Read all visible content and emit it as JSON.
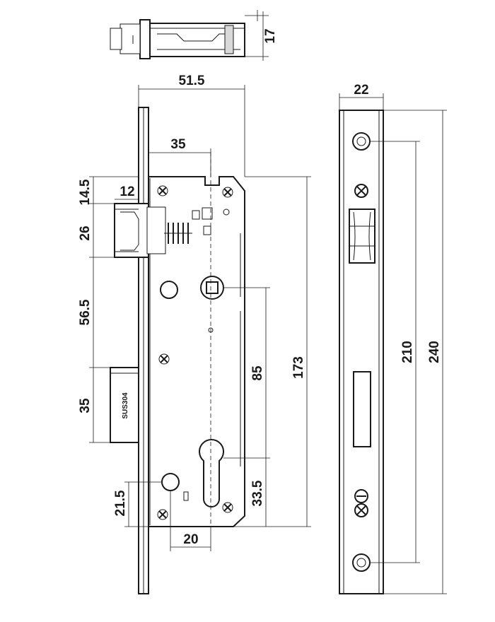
{
  "dimensions": {
    "bolt_height": "17",
    "body_width": "51.5",
    "backset": "35",
    "latch_offset_top": "14.5",
    "latch_projection": "12",
    "latch_height": "26",
    "latch_to_deadbolt": "56.5",
    "deadbolt_height": "35",
    "lower_offset": "21.5",
    "lower_backset": "20",
    "cylinder_offset": "33.5",
    "handle_to_cylinder": "85",
    "case_height": "173",
    "faceplate_width": "22",
    "screw_spacing": "210",
    "faceplate_length": "240"
  },
  "stamp_text": "SUS304"
}
